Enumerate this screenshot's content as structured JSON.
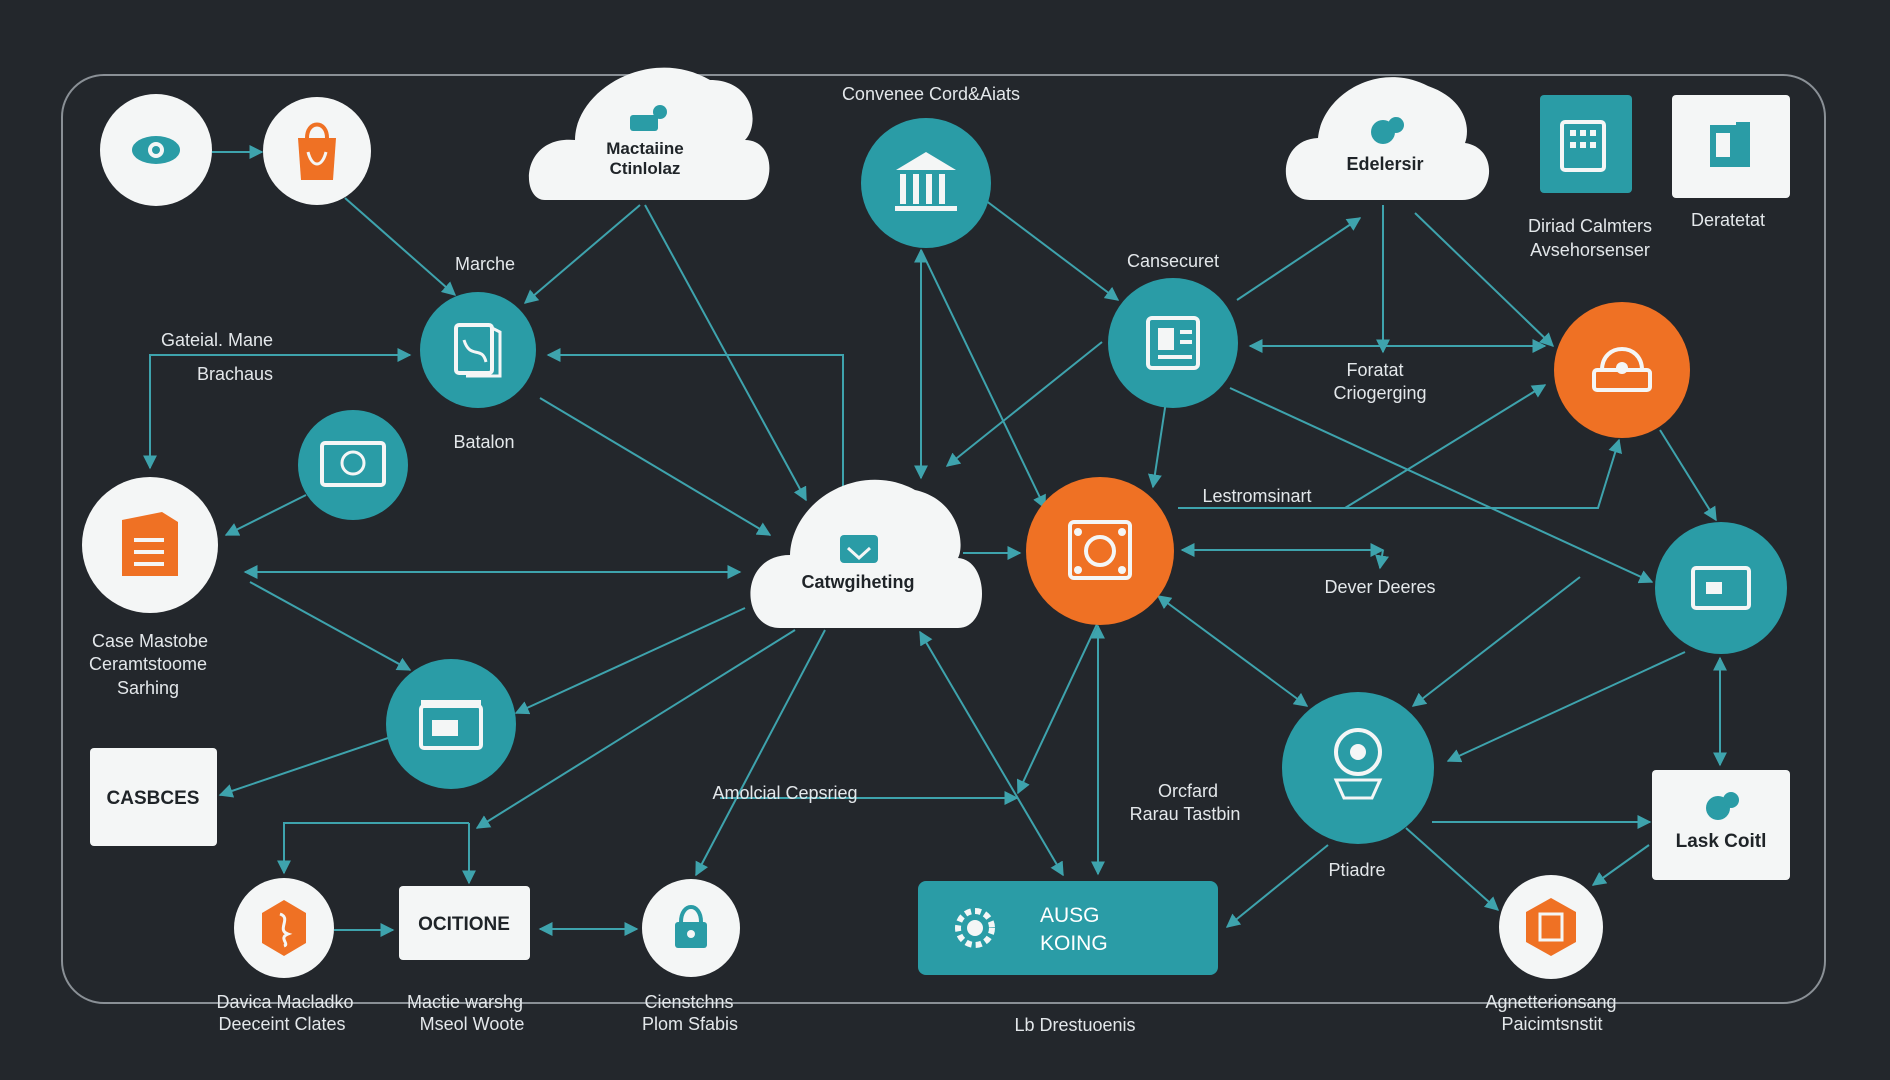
{
  "colors": {
    "background": "#23272c",
    "frame": "#8a9096",
    "teal": "#2a9ca6",
    "orange": "#ef7124",
    "white": "#f4f6f6",
    "line": "#3ea3ad",
    "label": "#e3e7ea",
    "dark_text": "#1f2428"
  },
  "nodes": {
    "eye": {
      "icon": "eye-icon"
    },
    "bag": {
      "icon": "bag-icon"
    },
    "cloud_top_left": {
      "icon": "cloud-icon",
      "line1": "Mactaiine",
      "line2": "Ctinlolaz"
    },
    "bank": {
      "icon": "bank-icon"
    },
    "cloud_top_right": {
      "icon": "cloud-icon",
      "line1": "Edelersir"
    },
    "device_sq1": {
      "icon": "cabinet-icon"
    },
    "device_sq2": {
      "icon": "monitor-icon"
    },
    "doc": {
      "icon": "document-icon"
    },
    "monitor": {
      "icon": "monitor-icon"
    },
    "server": {
      "icon": "server-icon"
    },
    "clipboard": {
      "icon": "clipboard-icon"
    },
    "cloud_center": {
      "icon": "cloud-icon",
      "line1": "Catwgiheting"
    },
    "hub": {
      "icon": "hub-icon"
    },
    "lock_orange": {
      "icon": "lock-icon"
    },
    "screen": {
      "icon": "screen-icon"
    },
    "machine": {
      "icon": "machine-icon"
    },
    "robot": {
      "icon": "robot-icon"
    },
    "cases_box": {
      "label": "CASBCES"
    },
    "hex": {
      "icon": "hexagon-icon"
    },
    "ocitione_box": {
      "label": "OCITIONE"
    },
    "lock_white": {
      "icon": "lock-icon"
    },
    "ausg_box": {
      "icon": "gear-icon",
      "line1": "AUSG",
      "line2": "KOING"
    },
    "lask_box": {
      "icon": "cloud-icon",
      "label": "Lask Coitl"
    },
    "shield_orange": {
      "icon": "shield-icon"
    }
  },
  "labels": {
    "convenee": "Convenee Cord&Aiats",
    "marche": "Marche",
    "gateial_1": "Gateial. Mane",
    "gateial_2": "Brachaus",
    "batalon": "Batalon",
    "cansecuret": "Cansecuret",
    "digital_1": "Diriad Calmters",
    "digital_2": "Avsehorsenser",
    "deratetat": "Deratetat",
    "foratat_1": "Foratat",
    "foratat_2": "Criogerging",
    "lestrom": "Lestromsinart",
    "dever": "Dever Deeres",
    "case_1": "Case Mastobe",
    "case_2": "Ceramtstoome",
    "case_3": "Sarhing",
    "amolcial": "Amolcial Cepsrieg",
    "orcfard_1": "Orcfard",
    "orcfard_2": "Rarau Tastbin",
    "ptiadre": "Ptiadre",
    "bottom_1a": "Davica Macladko",
    "bottom_1b": "Deeceint Clates",
    "bottom_2a": "Mactie warshg",
    "bottom_2b": "Mseol Woote",
    "bottom_3a": "Cienstchns",
    "bottom_3b": "Plom Sfabis",
    "bottom_4": "Lb Drestuoenis",
    "bottom_5a": "Agnetterionsang",
    "bottom_5b": "Paicimtsnstit"
  }
}
